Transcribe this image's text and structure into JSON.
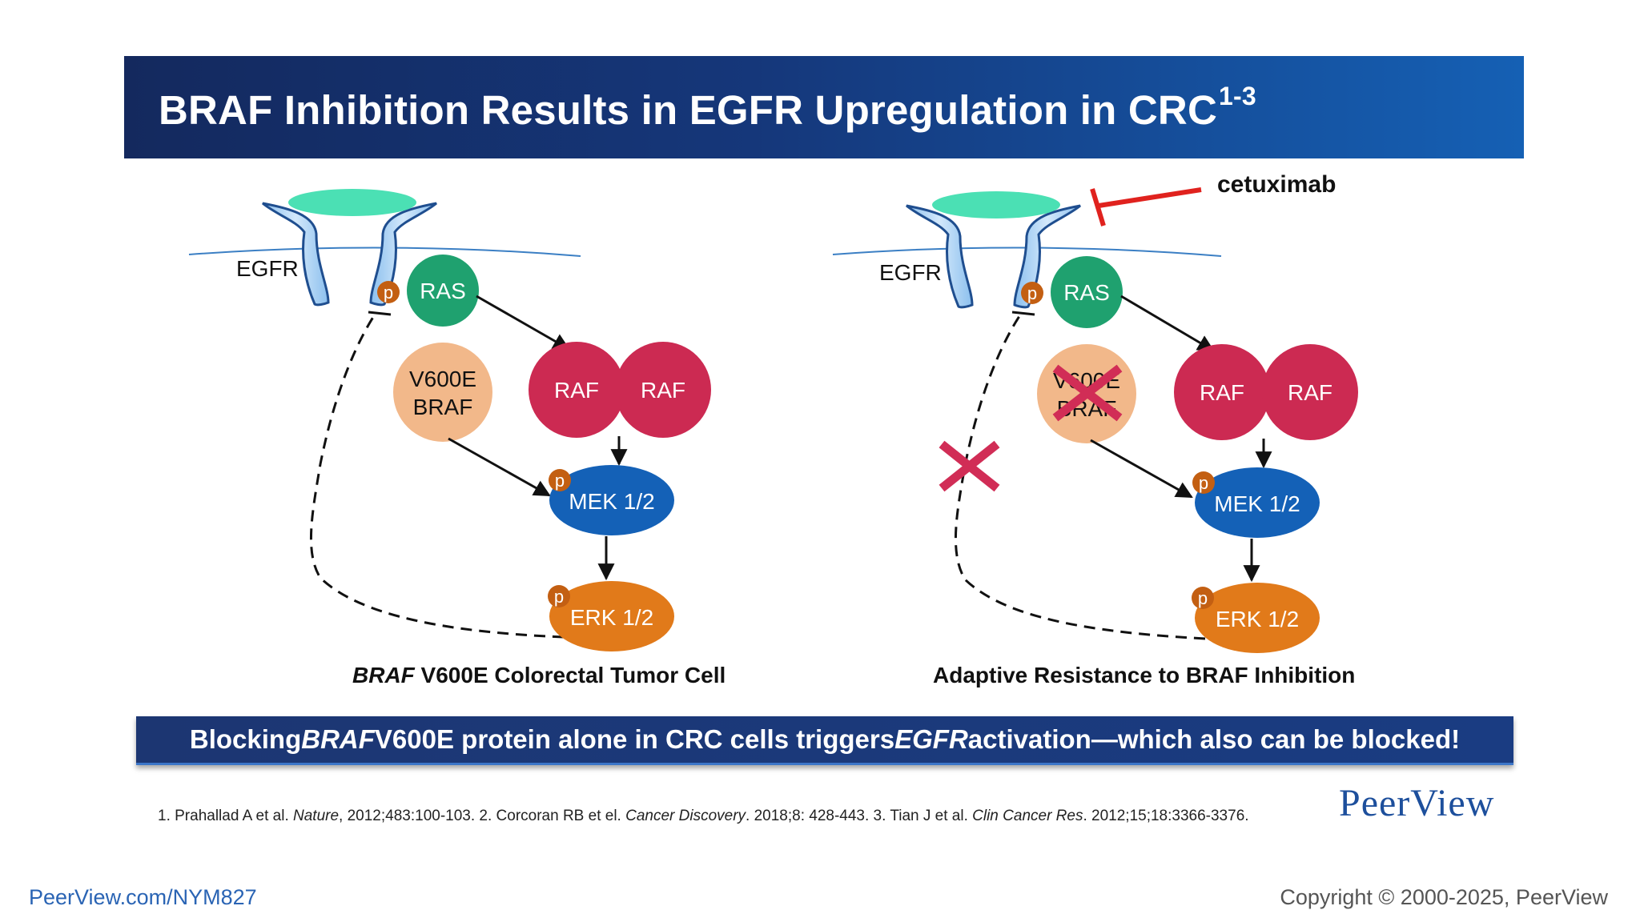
{
  "header": {
    "title": "BRAF Inhibition Results in EGFR Upregulation in CRC",
    "title_superscript": "1-3"
  },
  "diagram_left": {
    "egfr_label": "EGFR",
    "ras_label": "RAS",
    "braf_line1": "V600E",
    "braf_line2": "BRAF",
    "raf1_label": "RAF",
    "raf2_label": "RAF",
    "mek_label": "MEK 1/2",
    "erk_label": "ERK 1/2",
    "p_label": "p",
    "caption_gene": "BRAF",
    "caption_rest": " V600E Colorectal Tumor Cell"
  },
  "diagram_right": {
    "egfr_label": "EGFR",
    "ras_label": "RAS",
    "braf_line1": "V600E",
    "braf_line2": "BRAF",
    "raf1_label": "RAF",
    "raf2_label": "RAF",
    "mek_label": "MEK 1/2",
    "erk_label": "ERK 1/2",
    "p_label": "p",
    "inhibitor_label": "cetuximab",
    "caption": "Adaptive Resistance to BRAF Inhibition"
  },
  "banner": {
    "part1": "Blocking ",
    "part2_italic": "BRAF",
    "part3": " V600E protein alone in CRC cells triggers ",
    "part4_italic": "EGFR",
    "part5": " activation—which also can be blocked!"
  },
  "references": {
    "r1_pre": "1. Prahallad A et al. ",
    "r1_journal": "Nature",
    "r1_post": ", 2012;483:100-103.  2. Corcoran RB et el. ",
    "r2_journal": "Cancer Discovery",
    "r2_post": ". 2018;8: 428-443. 3. Tian J et al. ",
    "r3_journal": "Clin Cancer Res",
    "r3_post": ". 2012;15;18:3366-3376."
  },
  "brand": {
    "logo_text": "PeerView"
  },
  "footer": {
    "url": "PeerView.com/NYM827",
    "copyright": "Copyright © 2000-2025, PeerView"
  },
  "colors": {
    "header_start": "#14295e",
    "header_end": "#1560b4",
    "ras_green": "#1fa16f",
    "raf_red": "#cc2a52",
    "braf_peach": "#f2b88a",
    "mek_blue": "#1461b7",
    "erk_orange": "#e17a1a",
    "p_badge": "#c35f12",
    "inhibit_red": "#e0221e",
    "x_mark": "#d12d56"
  }
}
